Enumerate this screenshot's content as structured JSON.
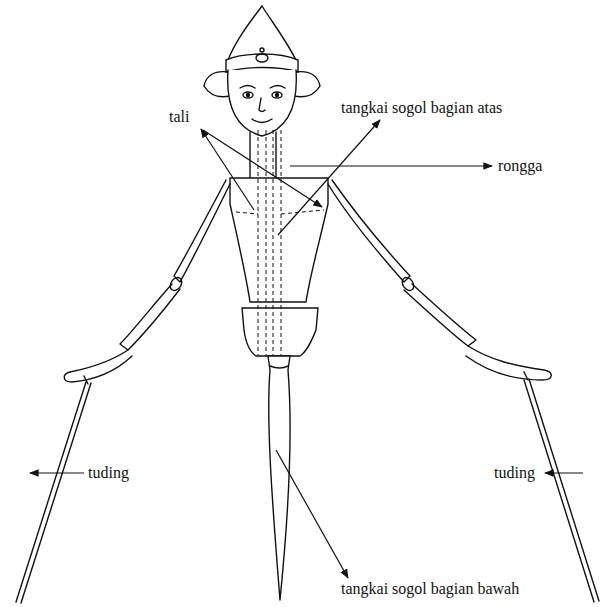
{
  "diagram": {
    "labels": [
      "tali",
      "tangkai sogol bagian atas",
      "rongga",
      "tuding",
      "tuding",
      "tangkai sogol bagian bawah"
    ]
  }
}
